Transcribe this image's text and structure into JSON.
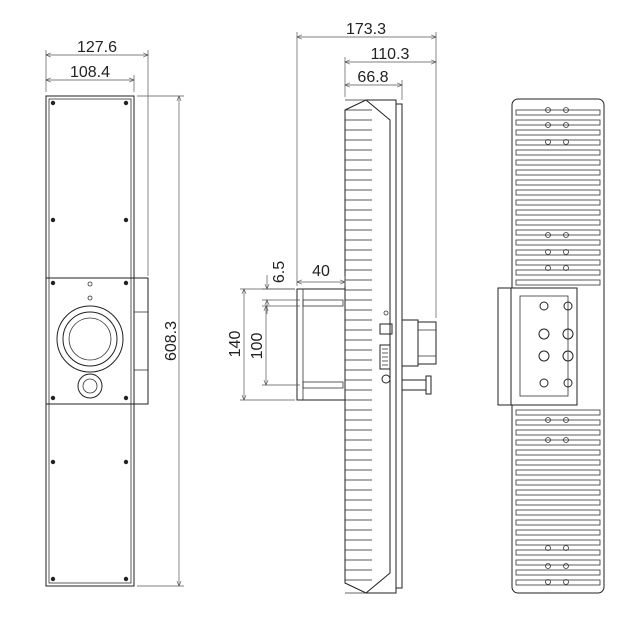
{
  "front_view": {
    "dim_overall_width": "127.6",
    "dim_panel_width": "108.4",
    "dim_height": "608.3"
  },
  "side_view": {
    "dim_total_depth": "173.3",
    "dim_depth_2": "110.3",
    "dim_depth_3": "66.8",
    "dim_offset": "6.5",
    "dim_bracket_depth": "40",
    "dim_bracket_outer": "140",
    "dim_bracket_inner": "100"
  },
  "colors": {
    "line": "#222222",
    "background": "#ffffff"
  }
}
